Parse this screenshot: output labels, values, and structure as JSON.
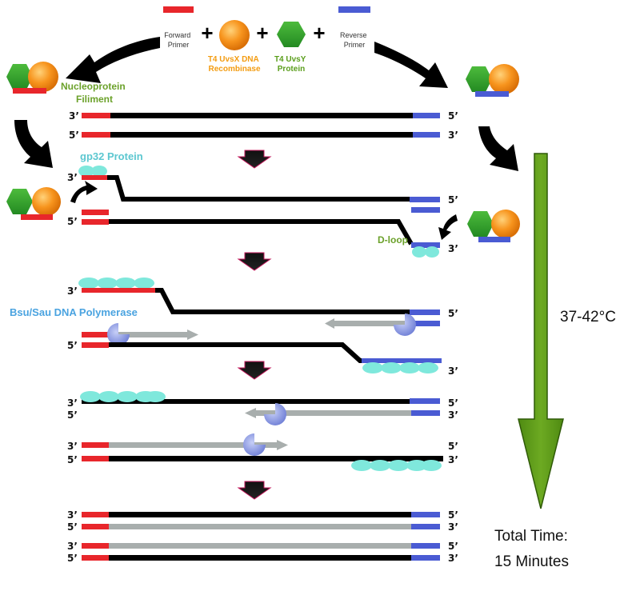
{
  "reagents": {
    "forward_primer": [
      "Forward",
      "Primer"
    ],
    "recombinase": [
      "T4 UvsX DNA",
      "Recombinase"
    ],
    "uvsy": [
      "T4 UvsY",
      "Protein"
    ],
    "reverse_primer": [
      "Reverse",
      "Primer"
    ],
    "plus": "+"
  },
  "labels": {
    "nucleoprotein": [
      "Nucleoprotein",
      "Filiment"
    ],
    "gp32": "gp32 Protein",
    "dloop": "D-loop",
    "polymerase": "Bsu/Sau DNA Polymerase",
    "temperature": "37-42°C",
    "total_time": [
      "Total Time:",
      "15 Minutes"
    ]
  },
  "strand_ends": {
    "three_prime": "3’",
    "five_prime": "5’"
  },
  "colors": {
    "forward_primer": "#E8262B",
    "reverse_primer": "#4A5BD3",
    "dna": "#000000",
    "new_strand": "#A8AEAD",
    "recombinase": "#F7941D",
    "uvsy": "#33A02C",
    "gp32": "#7FE8DC",
    "polymerase": "#8E9CE0",
    "arrow_green": "#5B9A1A",
    "step_arrow": "#C2185B"
  }
}
